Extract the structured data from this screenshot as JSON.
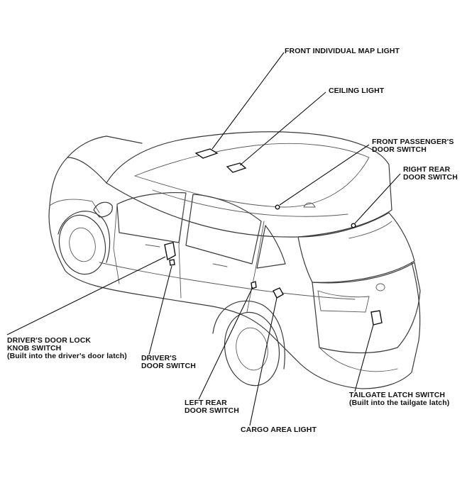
{
  "callouts": {
    "front_map_light": "FRONT INDIVIDUAL MAP LIGHT",
    "ceiling_light": "CEILING LIGHT",
    "front_passenger_door_switch": [
      "FRONT PASSENGER'S",
      "DOOR SWITCH"
    ],
    "right_rear_door_switch": [
      "RIGHT REAR",
      "DOOR SWITCH"
    ],
    "driver_door_lock_knob_switch": [
      "DRIVER'S DOOR LOCK",
      "KNOB SWITCH",
      "(Built into the driver's door latch)"
    ],
    "driver_door_switch": [
      "DRIVER'S",
      "DOOR SWITCH"
    ],
    "left_rear_door_switch": [
      "LEFT REAR",
      "DOOR SWITCH"
    ],
    "cargo_area_light": "CARGO AREA LIGHT",
    "tailgate_latch_switch": [
      "TAILGATE LATCH SWITCH",
      "(Built into the tailgate latch)"
    ]
  }
}
